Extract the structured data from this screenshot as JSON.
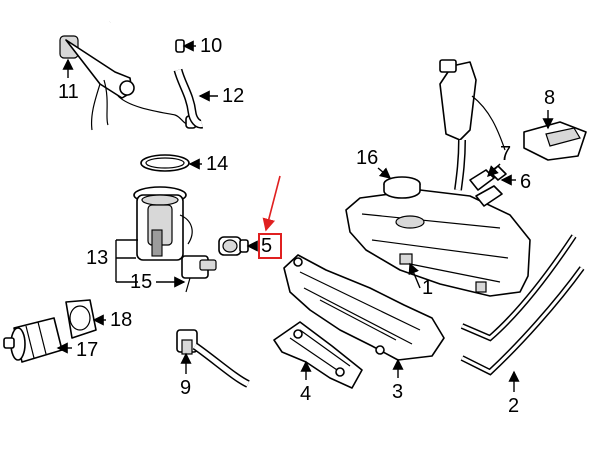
{
  "callouts": {
    "c1": "1",
    "c2": "2",
    "c3": "3",
    "c4": "4",
    "c5": "5",
    "c6": "6",
    "c7": "7",
    "c8": "8",
    "c9": "9",
    "c10": "10",
    "c11": "11",
    "c12": "12",
    "c13": "13",
    "c14": "14",
    "c15": "15",
    "c16": "16",
    "c17": "17",
    "c18": "18"
  },
  "highlight": {
    "callout": "5",
    "color": "#e02020"
  },
  "colors": {
    "line": "#000000",
    "background": "#ffffff",
    "accent": "#e02020"
  }
}
